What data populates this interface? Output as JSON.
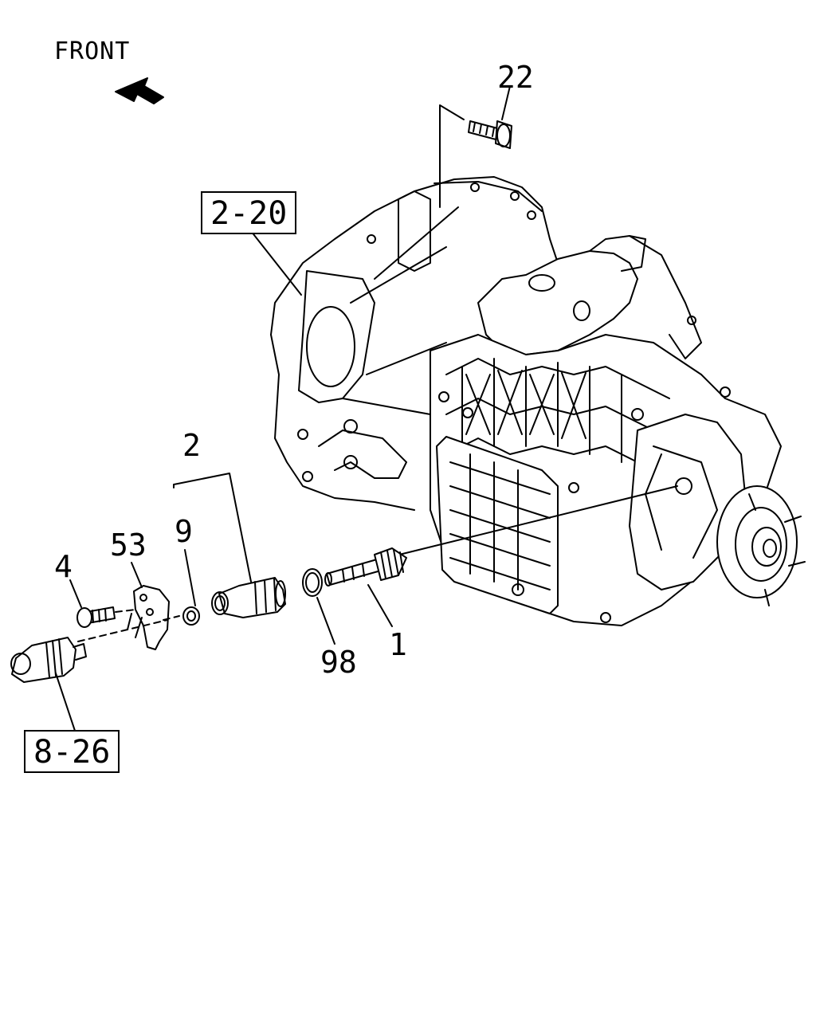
{
  "orientation": {
    "label": "FRONT",
    "arrow_icon": "front-arrow-icon"
  },
  "callouts": {
    "c22": "22",
    "c2": "2",
    "c9": "9",
    "c53": "53",
    "c4": "4",
    "c98": "98",
    "c1": "1"
  },
  "references": {
    "r2_20": "2-20",
    "r8_26": "8-26"
  },
  "colors": {
    "line": "#000000",
    "background": "#ffffff"
  }
}
